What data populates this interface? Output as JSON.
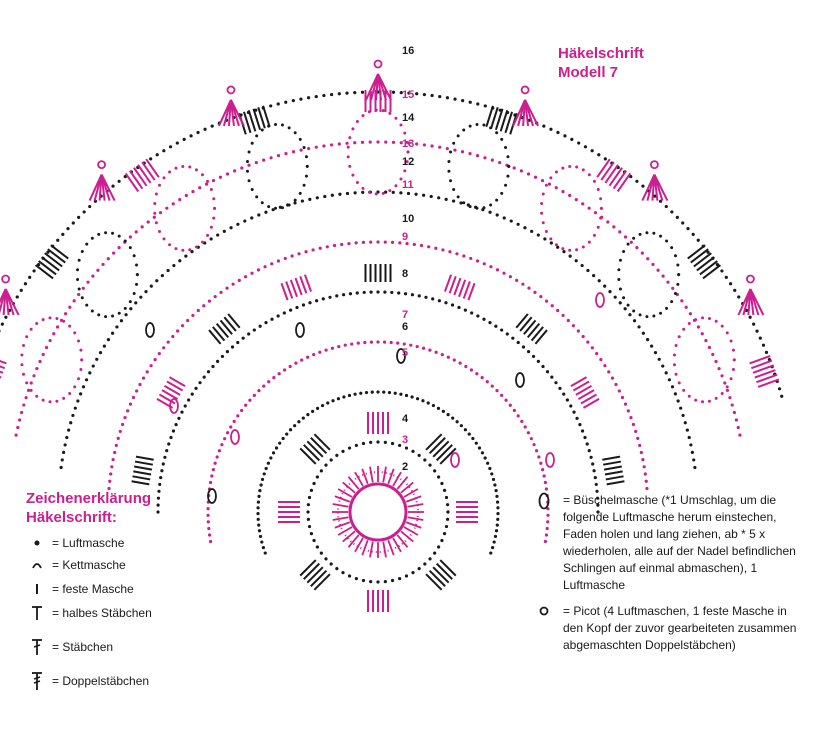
{
  "title": {
    "line1": "Häkelschrift",
    "line2": "Modell 7"
  },
  "rounds": {
    "labels": [
      "2",
      "3",
      "4",
      "5",
      "6",
      "7",
      "8",
      "9",
      "10",
      "11",
      "12",
      "13",
      "14",
      "15",
      "16"
    ],
    "magenta": [
      "3",
      "5",
      "7",
      "9",
      "11",
      "13",
      "15"
    ]
  },
  "legend": {
    "title_line1": "Zeichenerklärung",
    "title_line2": "Häkelschrift:",
    "items": [
      {
        "icon": "dot-icon",
        "text": "= Luftmasche"
      },
      {
        "icon": "arc-icon",
        "text": "= Kettmasche"
      },
      {
        "icon": "bar-icon",
        "text": "= feste Masche"
      },
      {
        "icon": "half-treble-icon",
        "text": "= halbes Stäbchen"
      },
      {
        "icon": "treble-icon",
        "text": "= Stäbchen"
      },
      {
        "icon": "double-treble-icon",
        "text": "= Doppelstäbchen"
      }
    ]
  },
  "explanations": [
    {
      "icon": "cluster-oval-icon",
      "text": "= Büschelmasche (*1 Umschlag, um die folgende Luftmasche herum einstechen, Faden holen und lang ziehen, ab * 5 x wiederholen, alle auf der Nadel befindlichen Schlingen auf einmal abmaschen), 1 Luftmasche"
    },
    {
      "icon": "picot-icon",
      "text": "= Picot (4 Luftmaschen, 1 feste Masche in den Kopf der zuvor gearbeiteten zusammen abgemaschten Doppelstäbchen)"
    }
  ],
  "colors": {
    "magenta": "#cc1f8f",
    "black": "#1a1a1a"
  }
}
